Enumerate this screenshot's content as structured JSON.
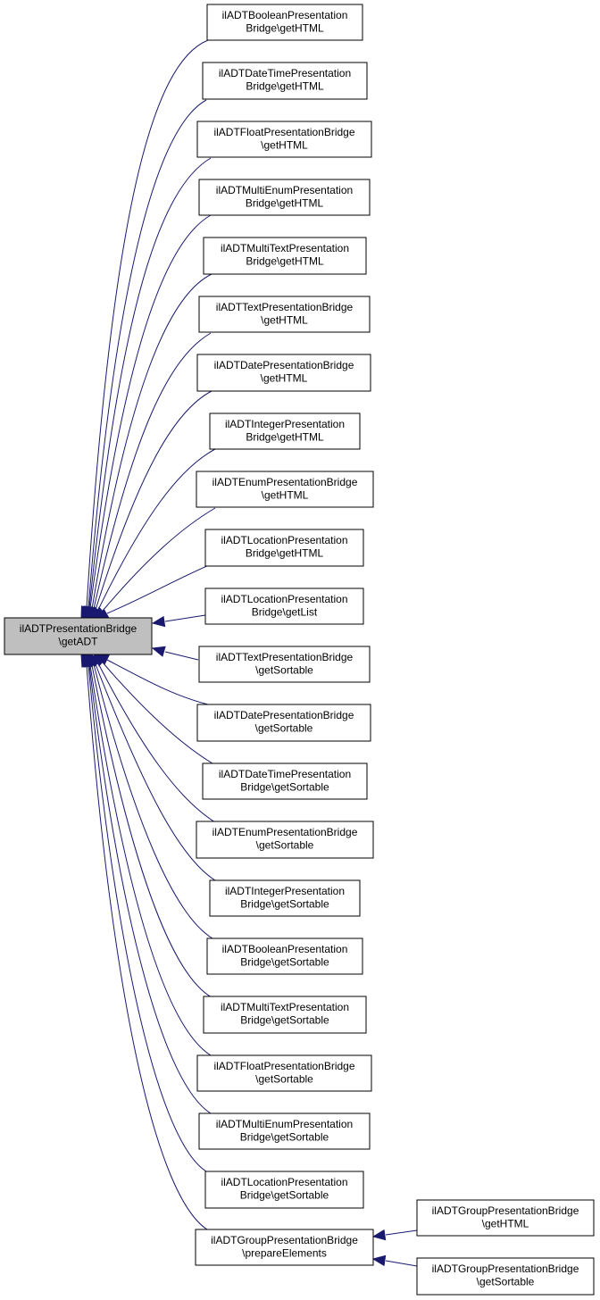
{
  "diagram": {
    "colors": {
      "edge": "#191970",
      "focus_fill": "#bfbfbf",
      "node_fill": "#ffffff",
      "node_border": "#000000"
    },
    "focus": {
      "id": "root",
      "lines": [
        "ilADTPresentationBridge",
        "\\getADT"
      ]
    },
    "callers": [
      {
        "id": "n1",
        "lines": [
          "ilADTBooleanPresentation",
          "Bridge\\getHTML"
        ]
      },
      {
        "id": "n2",
        "lines": [
          "ilADTDateTimePresentation",
          "Bridge\\getHTML"
        ]
      },
      {
        "id": "n3",
        "lines": [
          "ilADTFloatPresentationBridge",
          "\\getHTML"
        ]
      },
      {
        "id": "n4",
        "lines": [
          "ilADTMultiEnumPresentation",
          "Bridge\\getHTML"
        ]
      },
      {
        "id": "n5",
        "lines": [
          "ilADTMultiTextPresentation",
          "Bridge\\getHTML"
        ]
      },
      {
        "id": "n6",
        "lines": [
          "ilADTTextPresentationBridge",
          "\\getHTML"
        ]
      },
      {
        "id": "n7",
        "lines": [
          "ilADTDatePresentationBridge",
          "\\getHTML"
        ]
      },
      {
        "id": "n8",
        "lines": [
          "ilADTIntegerPresentation",
          "Bridge\\getHTML"
        ]
      },
      {
        "id": "n9",
        "lines": [
          "ilADTEnumPresentationBridge",
          "\\getHTML"
        ]
      },
      {
        "id": "n10",
        "lines": [
          "ilADTLocationPresentation",
          "Bridge\\getHTML"
        ]
      },
      {
        "id": "n11",
        "lines": [
          "ilADTLocationPresentation",
          "Bridge\\getList"
        ]
      },
      {
        "id": "n12",
        "lines": [
          "ilADTTextPresentationBridge",
          "\\getSortable"
        ]
      },
      {
        "id": "n13",
        "lines": [
          "ilADTDatePresentationBridge",
          "\\getSortable"
        ]
      },
      {
        "id": "n14",
        "lines": [
          "ilADTDateTimePresentation",
          "Bridge\\getSortable"
        ]
      },
      {
        "id": "n15",
        "lines": [
          "ilADTEnumPresentationBridge",
          "\\getSortable"
        ]
      },
      {
        "id": "n16",
        "lines": [
          "ilADTIntegerPresentation",
          "Bridge\\getSortable"
        ]
      },
      {
        "id": "n17",
        "lines": [
          "ilADTBooleanPresentation",
          "Bridge\\getSortable"
        ]
      },
      {
        "id": "n18",
        "lines": [
          "ilADTMultiTextPresentation",
          "Bridge\\getSortable"
        ]
      },
      {
        "id": "n19",
        "lines": [
          "ilADTFloatPresentationBridge",
          "\\getSortable"
        ]
      },
      {
        "id": "n20",
        "lines": [
          "ilADTMultiEnumPresentation",
          "Bridge\\getSortable"
        ]
      },
      {
        "id": "n21",
        "lines": [
          "ilADTLocationPresentation",
          "Bridge\\getSortable"
        ]
      },
      {
        "id": "n22",
        "lines": [
          "ilADTGroupPresentationBridge",
          "\\prepareElements"
        ]
      }
    ],
    "second_level": [
      {
        "id": "g1",
        "lines": [
          "ilADTGroupPresentationBridge",
          "\\getHTML"
        ],
        "calls": "n22"
      },
      {
        "id": "g2",
        "lines": [
          "ilADTGroupPresentationBridge",
          "\\getSortable"
        ],
        "calls": "n22"
      }
    ]
  }
}
